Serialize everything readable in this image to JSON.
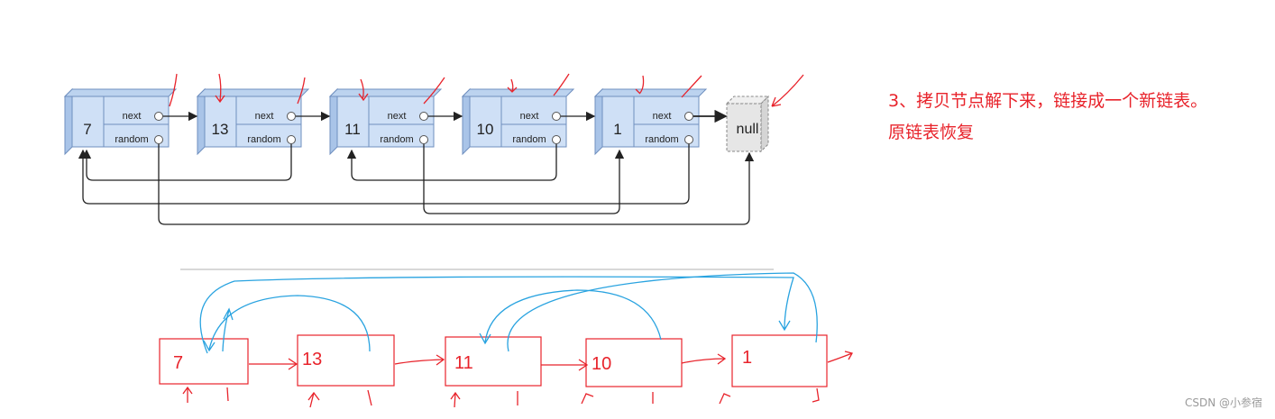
{
  "original_list": {
    "nodes": [
      {
        "value": "7",
        "next_label": "next",
        "random_label": "random"
      },
      {
        "value": "13",
        "next_label": "next",
        "random_label": "random"
      },
      {
        "value": "11",
        "next_label": "next",
        "random_label": "random"
      },
      {
        "value": "10",
        "next_label": "next",
        "random_label": "random"
      },
      {
        "value": "1",
        "next_label": "next",
        "random_label": "random"
      }
    ],
    "null_label": "null"
  },
  "copied_list": {
    "nodes": [
      "7",
      "13",
      "11",
      "10",
      "1"
    ]
  },
  "note": {
    "line1": "3、拷贝节点解下来，链接成一个新链表。",
    "line2": "原链表恢复"
  },
  "watermark": "CSDN @小参宿",
  "colors": {
    "node_fill": "#cfe0f6",
    "node_side": "#a9c4e8",
    "node_border": "#6f8fbf",
    "null_fill": "#e6e6e6",
    "red": "#e8232b",
    "blue": "#29a3e0",
    "black": "#222222"
  }
}
